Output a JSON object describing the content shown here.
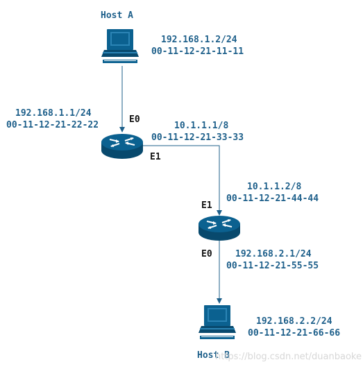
{
  "colors": {
    "device": "#0b6190",
    "device_dark": "#08496d",
    "device_light": "#2b84b5",
    "line": "#1d5f8a",
    "label_blue": "#1d5f8a",
    "label_black": "#111111"
  },
  "hosts": {
    "a": {
      "name": "Host A",
      "ip": "192.168.1.2/24",
      "mac": "00-11-12-21-11-11",
      "icon": "workstation-icon"
    },
    "b": {
      "name": "Host B",
      "ip": "192.168.2.2/24",
      "mac": "00-11-12-21-66-66",
      "icon": "workstation-icon"
    }
  },
  "router1": {
    "icon": "router-icon",
    "e0": {
      "port": "E0",
      "ip": "192.168.1.1/24",
      "mac": "00-11-12-21-22-22"
    },
    "e1": {
      "port": "E1",
      "ip": "10.1.1.1/8",
      "mac": "00-11-12-21-33-33"
    }
  },
  "router2": {
    "icon": "router-icon",
    "e1": {
      "port": "E1",
      "ip": "10.1.1.2/8",
      "mac": "00-11-12-21-44-44"
    },
    "e0": {
      "port": "E0",
      "ip": "192.168.2.1/24",
      "mac": "00-11-12-21-55-55"
    }
  },
  "watermark": "https://blog.csdn.net/duanbaoke"
}
